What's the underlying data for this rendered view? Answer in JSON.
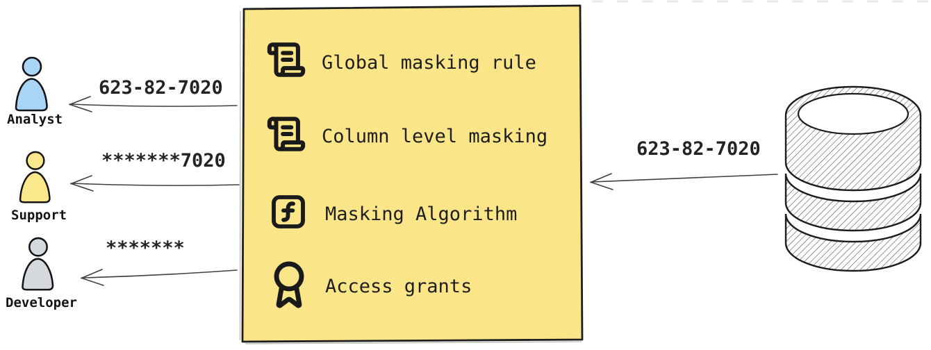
{
  "proxy_box": {
    "fill_color": "#fae588",
    "border_color": "#1e1e1e",
    "items": [
      {
        "icon": "scroll-text-icon",
        "label": "Global masking rule"
      },
      {
        "icon": "scroll-text-icon",
        "label": "Column level masking"
      },
      {
        "icon": "function-square-icon",
        "label": "Masking Algorithm"
      },
      {
        "icon": "award-icon",
        "label": "Access grants"
      }
    ]
  },
  "database": {
    "icon": "database-icon",
    "outgoing_value": "623-82-7020"
  },
  "users": [
    {
      "name": "Analyst",
      "received_value": "623-82-7020",
      "color": "#a8d4f5"
    },
    {
      "name": "Support",
      "received_value": "*******7020",
      "color": "#fbe78c"
    },
    {
      "name": "Developer",
      "received_value": "*******",
      "color": "#d5d9dd"
    }
  ]
}
